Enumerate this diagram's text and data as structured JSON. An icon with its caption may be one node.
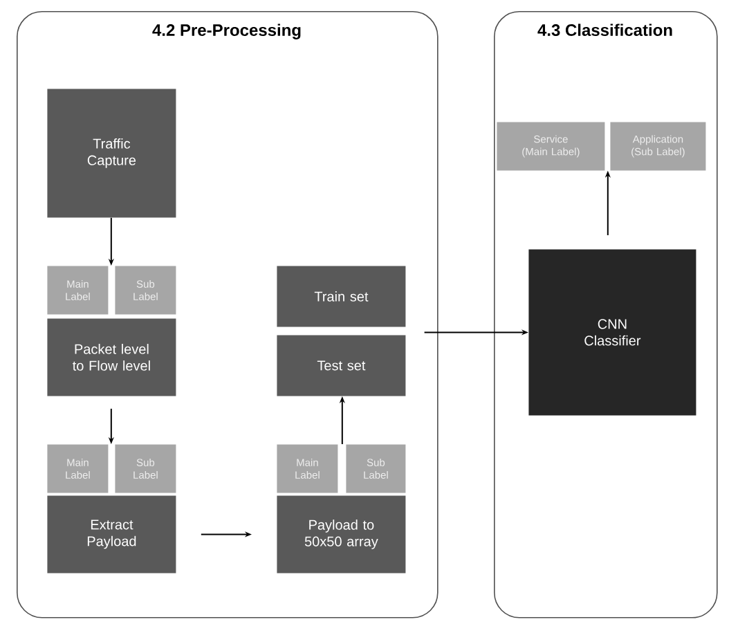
{
  "diagram": {
    "nodes": [
      {
        "text": [
          "4.2 Pre-Processing"
        ]
      },
      {
        "text": [
          "Traffic Capture"
        ],
        "in": 0
      },
      {
        "text": [
          "Main Label"
        ],
        "in": 0
      },
      {
        "text": [
          "Sub Label"
        ],
        "in": 0
      },
      {
        "text": [
          "Packet level to Flow level"
        ],
        "in": 0
      },
      {
        "text": [
          "Main Label"
        ],
        "in": 0
      },
      {
        "text": [
          "Sub Label"
        ],
        "in": 0
      },
      {
        "text": [
          "Extract Payload"
        ],
        "in": 0
      },
      {
        "text": [
          "Train set"
        ],
        "in": 0
      },
      {
        "text": [
          "Test set"
        ],
        "in": 0
      },
      {
        "text": [
          "Main Label"
        ],
        "in": 0
      },
      {
        "text": [
          "Sub Label"
        ],
        "in": 0
      },
      {
        "text": [
          "Payload to 50x50 array"
        ],
        "in": 0
      },
      {
        "text": [
          "4.3 Classification"
        ]
      },
      {
        "text": [
          "Service (Main Label)"
        ],
        "in": 13
      },
      {
        "text": [
          "Application (Sub Label)"
        ],
        "in": 13
      },
      {
        "text": [
          "CNN Classifier"
        ],
        "in": 13
      }
    ],
    "edges": [
      {
        "from": 1,
        "to": 2,
        "arrow": "to"
      },
      {
        "from": 4,
        "to": 5,
        "arrow": "to"
      },
      {
        "from": 7,
        "to": 12,
        "arrow": "to"
      },
      {
        "from": 10,
        "to": 9,
        "arrow": "to"
      },
      {
        "from": 0,
        "to": 16,
        "arrow": "to"
      },
      {
        "from": 16,
        "to": 14,
        "arrow": "to"
      }
    ]
  }
}
